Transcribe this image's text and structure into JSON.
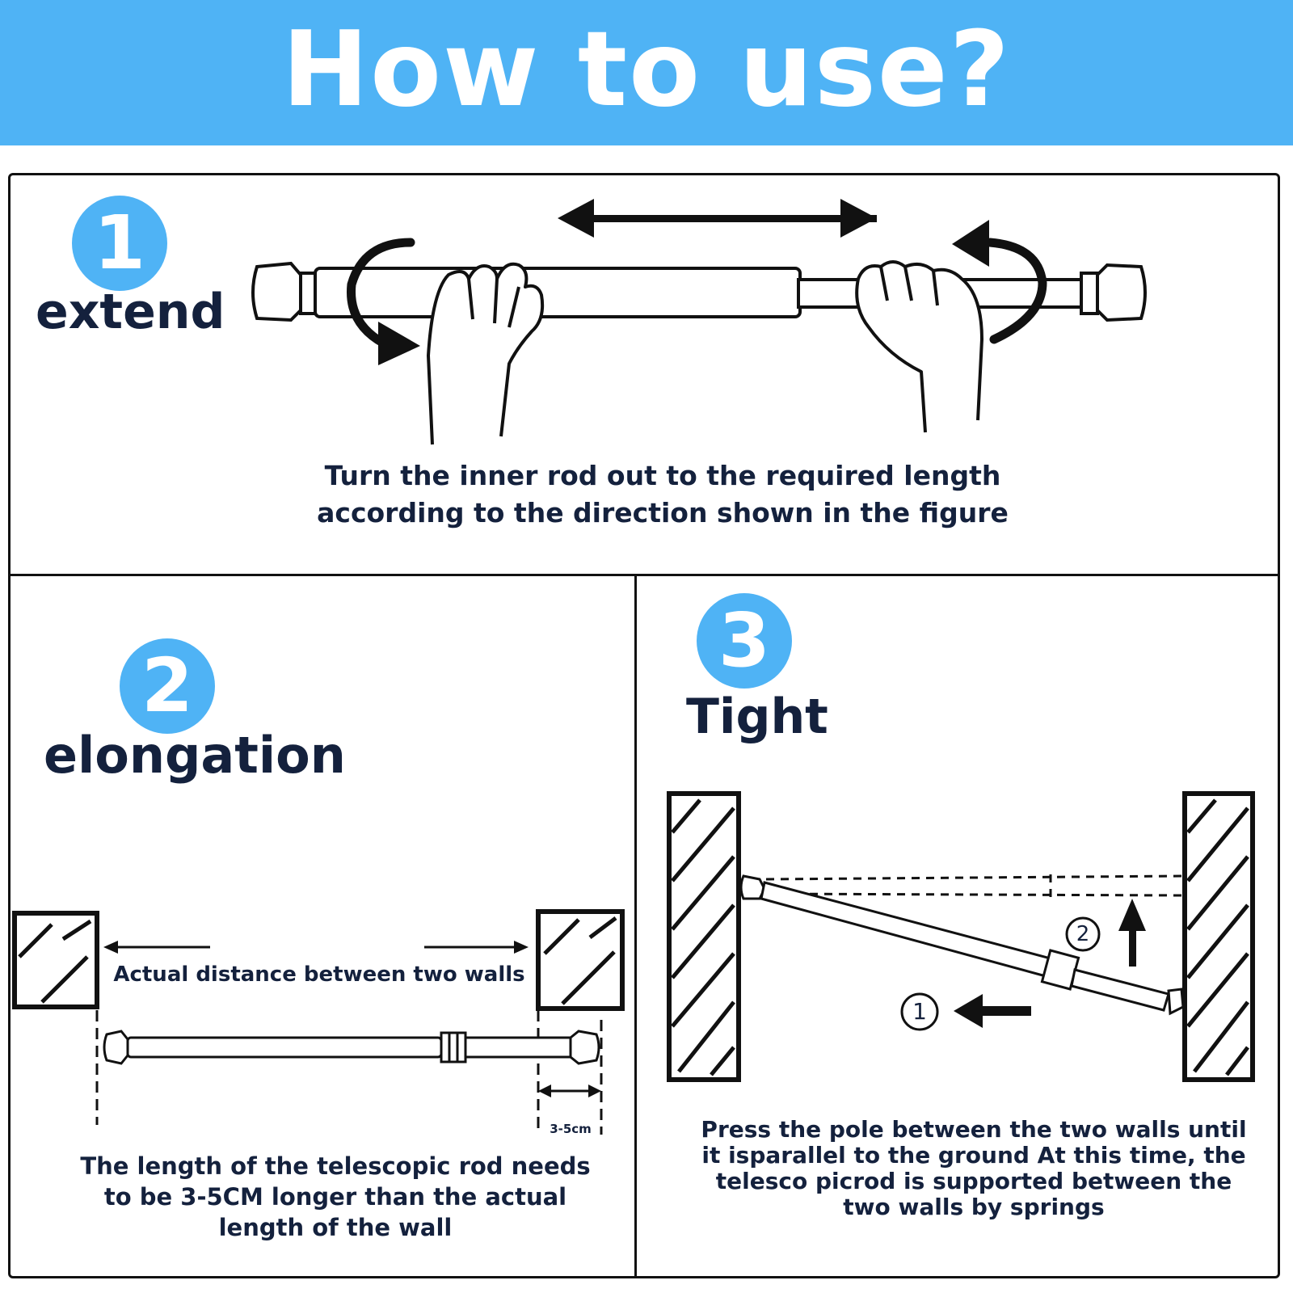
{
  "header": {
    "title": "How to use?",
    "background": "#4fb3f5"
  },
  "steps": [
    {
      "number": "1",
      "label": "extend",
      "caption_lines": [
        "Turn the inner rod out to the required length",
        "according to the direction shown in the figure"
      ]
    },
    {
      "number": "2",
      "label": "elongation",
      "diagram_label": "Actual distance between two walls",
      "dimension_label": "3-5cm",
      "caption_lines": [
        "The length of the telescopic rod needs",
        "to be 3-5CM longer than the actual",
        "length of the wall"
      ]
    },
    {
      "number": "3",
      "label": "Tight",
      "marker_1": "1",
      "marker_2": "2",
      "caption_lines": [
        "Press the pole between the two walls until",
        "it isparallel to the ground At this time, the",
        "telesco picrod is supported between the",
        "two walls by springs"
      ]
    }
  ],
  "colors": {
    "accent": "#4fb3f5",
    "text": "#14213d",
    "line": "#111111"
  }
}
